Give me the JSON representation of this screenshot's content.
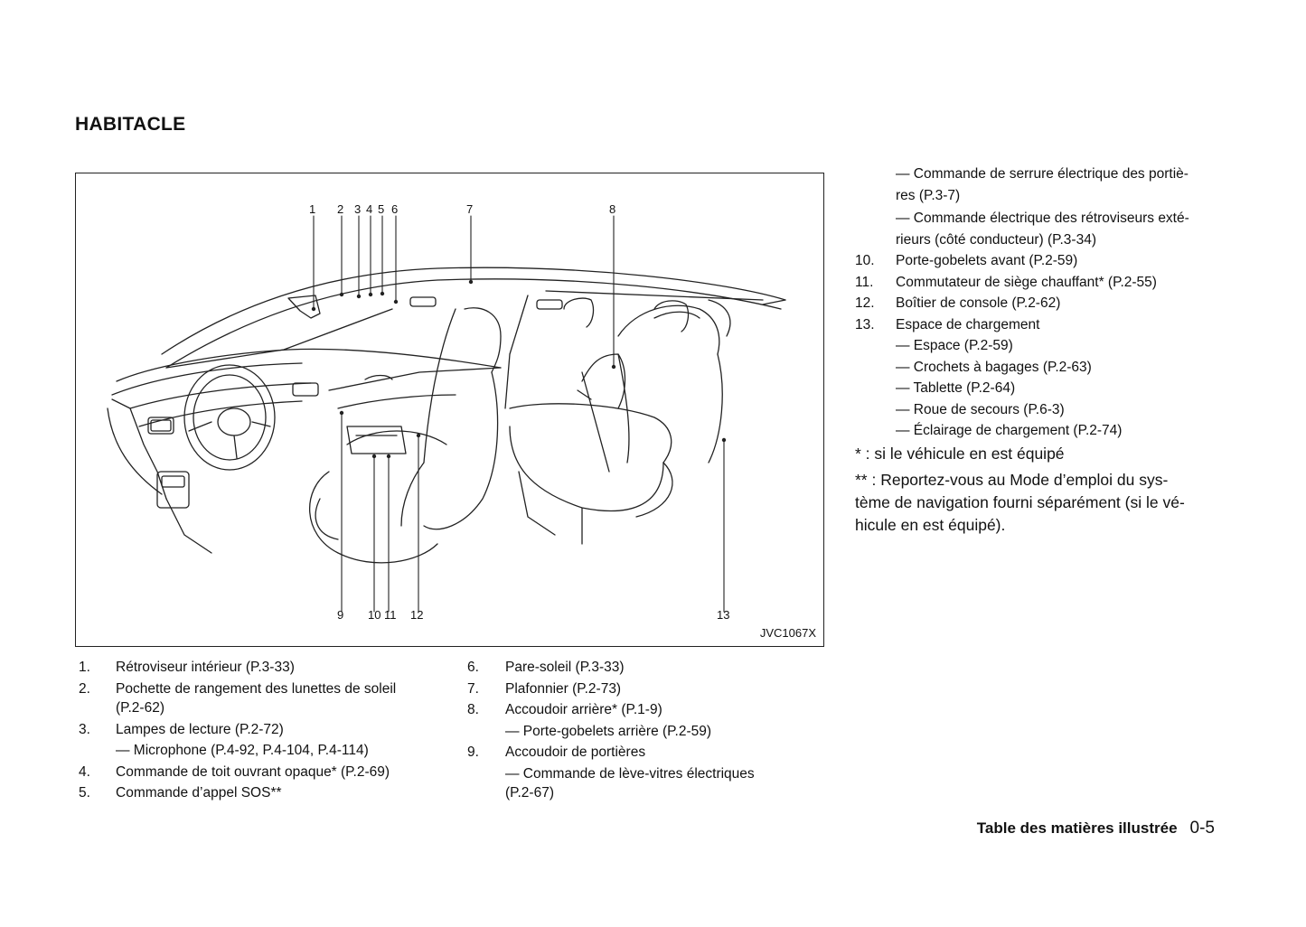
{
  "section_title": "HABITACLE",
  "figure": {
    "code": "JVC1067X",
    "top_numbers": [
      "1",
      "2",
      "3",
      "4",
      "5",
      "6",
      "7",
      "8"
    ],
    "bottom_numbers": [
      "9",
      "10",
      "11",
      "12",
      "13"
    ]
  },
  "left_list": {
    "items": [
      {
        "num": "1.",
        "text": "Rétroviseur intérieur (P.3-33)"
      },
      {
        "num": "2.",
        "text": "Pochette de rangement des lunettes de soleil",
        "text2": "(P.2-62)"
      },
      {
        "num": "3.",
        "text": "Lampes de lecture (P.2-72)",
        "sub": "— Microphone (P.4-92, P.4-104, P.4-114)"
      },
      {
        "num": "4.",
        "text": "Commande de toit ouvrant opaque* (P.2-69)"
      },
      {
        "num": "5.",
        "text": "Commande d’appel SOS**"
      }
    ]
  },
  "middle_list": {
    "items": [
      {
        "num": "6.",
        "text": "Pare-soleil (P.3-33)"
      },
      {
        "num": "7.",
        "text": "Plafonnier (P.2-73)"
      },
      {
        "num": "8.",
        "text": "Accoudoir arrière* (P.1-9)",
        "sub": "— Porte-gobelets arrière (P.2-59)"
      },
      {
        "num": "9.",
        "text": "Accoudoir de portières",
        "sub": "— Commande de lève-vitres électriques",
        "sub2": "(P.2-67)"
      }
    ]
  },
  "right_list": {
    "cont": [
      {
        "line1": "— Commande de serrure électrique des portiè-",
        "line2": "res (P.3-7)"
      },
      {
        "line1": "— Commande électrique des rétroviseurs exté-",
        "line2": "rieurs (côté conducteur) (P.3-34)"
      }
    ],
    "items": [
      {
        "num": "10.",
        "text": "Porte-gobelets avant (P.2-59)"
      },
      {
        "num": "11.",
        "text": "Commutateur de siège chauffant* (P.2-55)"
      },
      {
        "num": "12.",
        "text": "Boîtier de console (P.2-62)"
      },
      {
        "num": "13.",
        "text": "Espace de chargement"
      }
    ],
    "subs": [
      "— Espace (P.2-59)",
      "— Crochets à bagages (P.2-63)",
      "— Tablette (P.2-64)",
      "— Roue de secours (P.6-3)",
      "— Éclairage de chargement (P.2-74)"
    ],
    "note1": "* : si le véhicule en est équipé",
    "note2_l1": "** : Reportez-vous au Mode d’emploi du sys-",
    "note2_l2": "tème de navigation fourni séparément (si le vé-",
    "note2_l3": "hicule en est équipé)."
  },
  "footer": {
    "section": "Table des matières illustrée",
    "page": "0-5"
  }
}
